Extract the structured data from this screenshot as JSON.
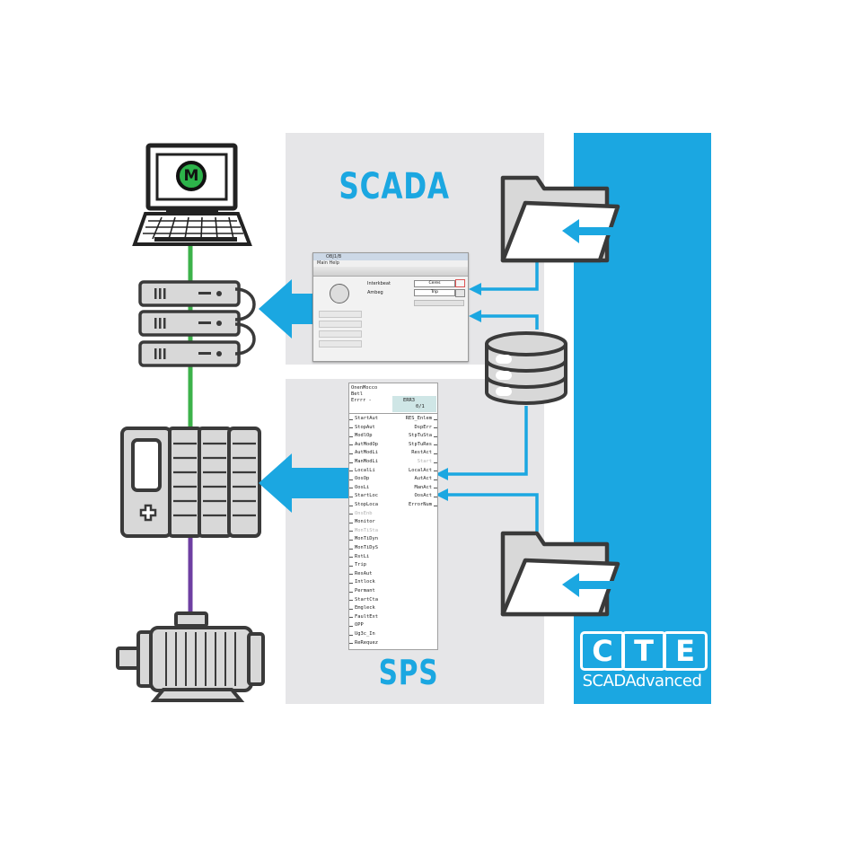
{
  "labels": {
    "scada": "SCADA",
    "sps": "SPS"
  },
  "brand": {
    "letters": [
      "C",
      "T",
      "E"
    ],
    "tagline": "SCADAdvanced",
    "color": "#1ba7e1"
  },
  "hmi_window": {
    "title": "OBJ1/B",
    "menu": "Main  Help",
    "rows": [
      {
        "label": "Interkbeat",
        "value": "Ceres"
      },
      {
        "label": "Ambeg",
        "value": "Trip"
      }
    ]
  },
  "function_block": {
    "header": [
      "OnenMocco",
      "Betl",
      "Errrr -",
      "ERR3",
      "0/1"
    ],
    "inputs": [
      "StartAut",
      "StopAut",
      "ModlOp",
      "AutModOp",
      "AutModLi",
      "ManModLi",
      "LocalLi",
      "OosOp",
      "OosLi",
      "StartLoc",
      "StopLoca",
      "OnsEnb",
      "Monitor",
      "MonTiSta",
      "MonTiDyn",
      "MonTiDyS",
      "RstLi",
      "Trip",
      "ResAut",
      "Intlock",
      "Permant",
      "StartCta",
      "Emgleck",
      "FaultExt",
      "OPP",
      "Ug3c_In",
      "ReRequez"
    ],
    "outputs": [
      "RES_Enlem",
      "DspErr",
      "StpTuSta",
      "StpTuRes",
      "RestAct",
      "Start",
      "LocalAct",
      "AutAct",
      "ManAct",
      "OosAct",
      "ErrorNum"
    ],
    "greyed_inputs": [
      "OnsEnb",
      "MonTiSta"
    ],
    "greyed_outputs": [
      "Start"
    ]
  },
  "monitor": {
    "logo": "M",
    "logo_color": "#2db34a"
  },
  "colors": {
    "network_line": "#3cb24a",
    "fieldbus_line": "#6e3fa2",
    "arrow": "#1ba7e1"
  }
}
